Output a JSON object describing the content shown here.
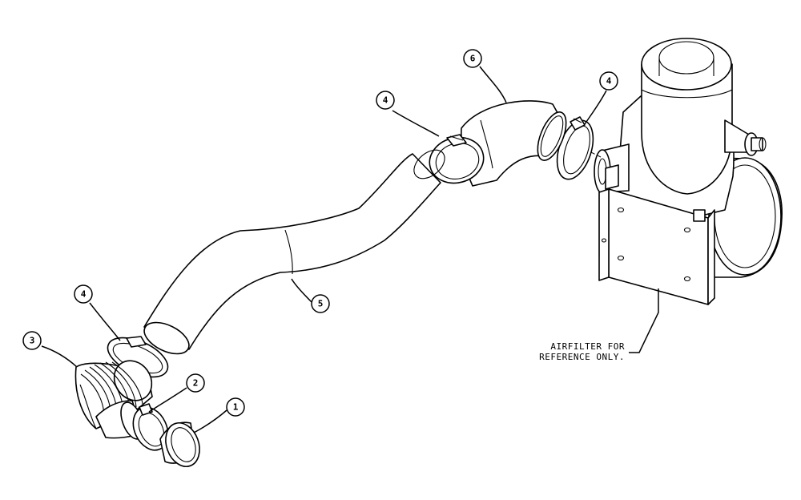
{
  "diagram": {
    "callouts": {
      "c1": "1",
      "c2": "2",
      "c3": "3",
      "c4a": "4",
      "c4b": "4",
      "c4c": "4",
      "c5": "5",
      "c6": "6"
    },
    "note": {
      "line1": "AIRFILTER FOR",
      "line2": "REFERENCE ONLY."
    }
  }
}
